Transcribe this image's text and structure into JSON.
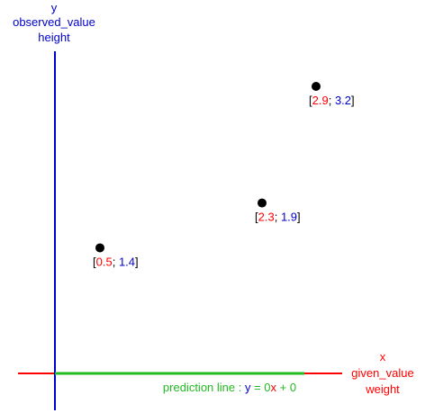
{
  "chart_data": {
    "type": "scatter",
    "x_axis": {
      "name": "x",
      "sub": "given_value",
      "label": "weight",
      "color": "#ff0000"
    },
    "y_axis": {
      "name": "y",
      "sub": "observed_value",
      "label": "height",
      "color": "#0000cc"
    },
    "points": [
      {
        "x": 0.5,
        "y": 1.4,
        "x_text": "0.5",
        "y_text": "1.4"
      },
      {
        "x": 2.3,
        "y": 1.9,
        "x_text": "2.3",
        "y_text": "1.9"
      },
      {
        "x": 2.9,
        "y": 3.2,
        "x_text": "2.9",
        "y_text": "3.2"
      }
    ],
    "prediction_line": {
      "slope": 0,
      "intercept": 0,
      "label_prefix": "prediction line : ",
      "y_text": "y",
      "eq_text": " = ",
      "slope_text": "0",
      "x_text": "x",
      "plus_text": " + ",
      "intercept_text": "0",
      "color": "#22bb22"
    },
    "point_label": {
      "open": "[",
      "sep": "; ",
      "close": "]"
    },
    "colors": {
      "x": "#ff0000",
      "y": "#0000cc",
      "point": "#000000",
      "bracket": "#000000"
    }
  }
}
